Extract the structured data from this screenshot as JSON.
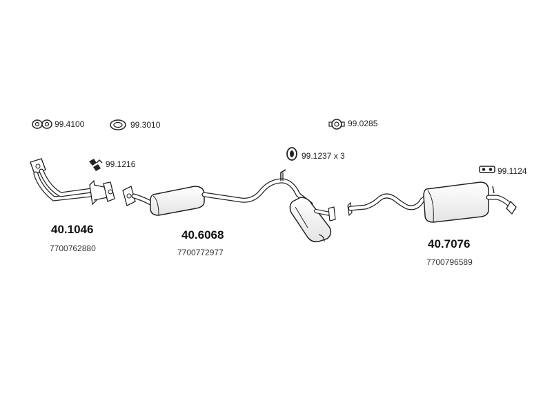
{
  "accessories": {
    "gasket_pair": "99.4100",
    "ring_gasket": "99.3010",
    "clamp_ring": "99.0285",
    "clamp_bracket": "99.1216",
    "rubber_mount": "99.1237 x 3",
    "rear_hanger": "99.1124"
  },
  "parts": [
    {
      "part_no": "40.1046",
      "oem": "7700762880"
    },
    {
      "part_no": "40.6068",
      "oem": "7700772977"
    },
    {
      "part_no": "40.7076",
      "oem": "7700796589"
    }
  ],
  "icons": [
    "gasket-pair-icon",
    "ring-gasket-icon",
    "clamp-ring-icon",
    "clamp-bracket-icon",
    "rubber-mount-icon",
    "rear-hanger-icon"
  ]
}
